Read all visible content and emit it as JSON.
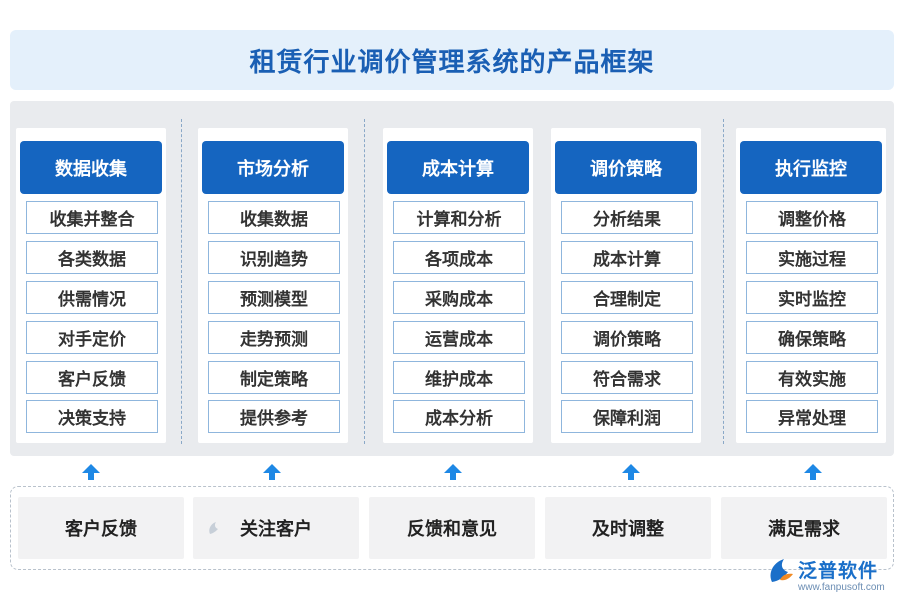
{
  "title": "租赁行业调价管理系统的产品框架",
  "columns": [
    {
      "header": "数据收集",
      "items": [
        "收集并整合",
        "各类数据",
        "供需情况",
        "对手定价",
        "客户反馈",
        "决策支持"
      ]
    },
    {
      "header": "市场分析",
      "items": [
        "收集数据",
        "识别趋势",
        "预测模型",
        "走势预测",
        "制定策略",
        "提供参考"
      ]
    },
    {
      "header": "成本计算",
      "items": [
        "计算和分析",
        "各项成本",
        "采购成本",
        "运营成本",
        "维护成本",
        "成本分析"
      ]
    },
    {
      "header": "调价策略",
      "items": [
        "分析结果",
        "成本计算",
        "合理制定",
        "调价策略",
        "符合需求",
        "保障利润"
      ]
    },
    {
      "header": "执行监控",
      "items": [
        "调整价格",
        "实施过程",
        "实时监控",
        "确保策略",
        "有效实施",
        "异常处理"
      ]
    }
  ],
  "bottom": [
    "客户反馈",
    "关注客户",
    "反馈和意见",
    "及时调整",
    "满足需求"
  ],
  "logo": {
    "name": "泛普软件",
    "url": "www.fanpusoft.com"
  },
  "colors": {
    "header_blue": "#1565c0",
    "title_text": "#1a5fb4",
    "arrow_blue": "#1e88e5"
  }
}
